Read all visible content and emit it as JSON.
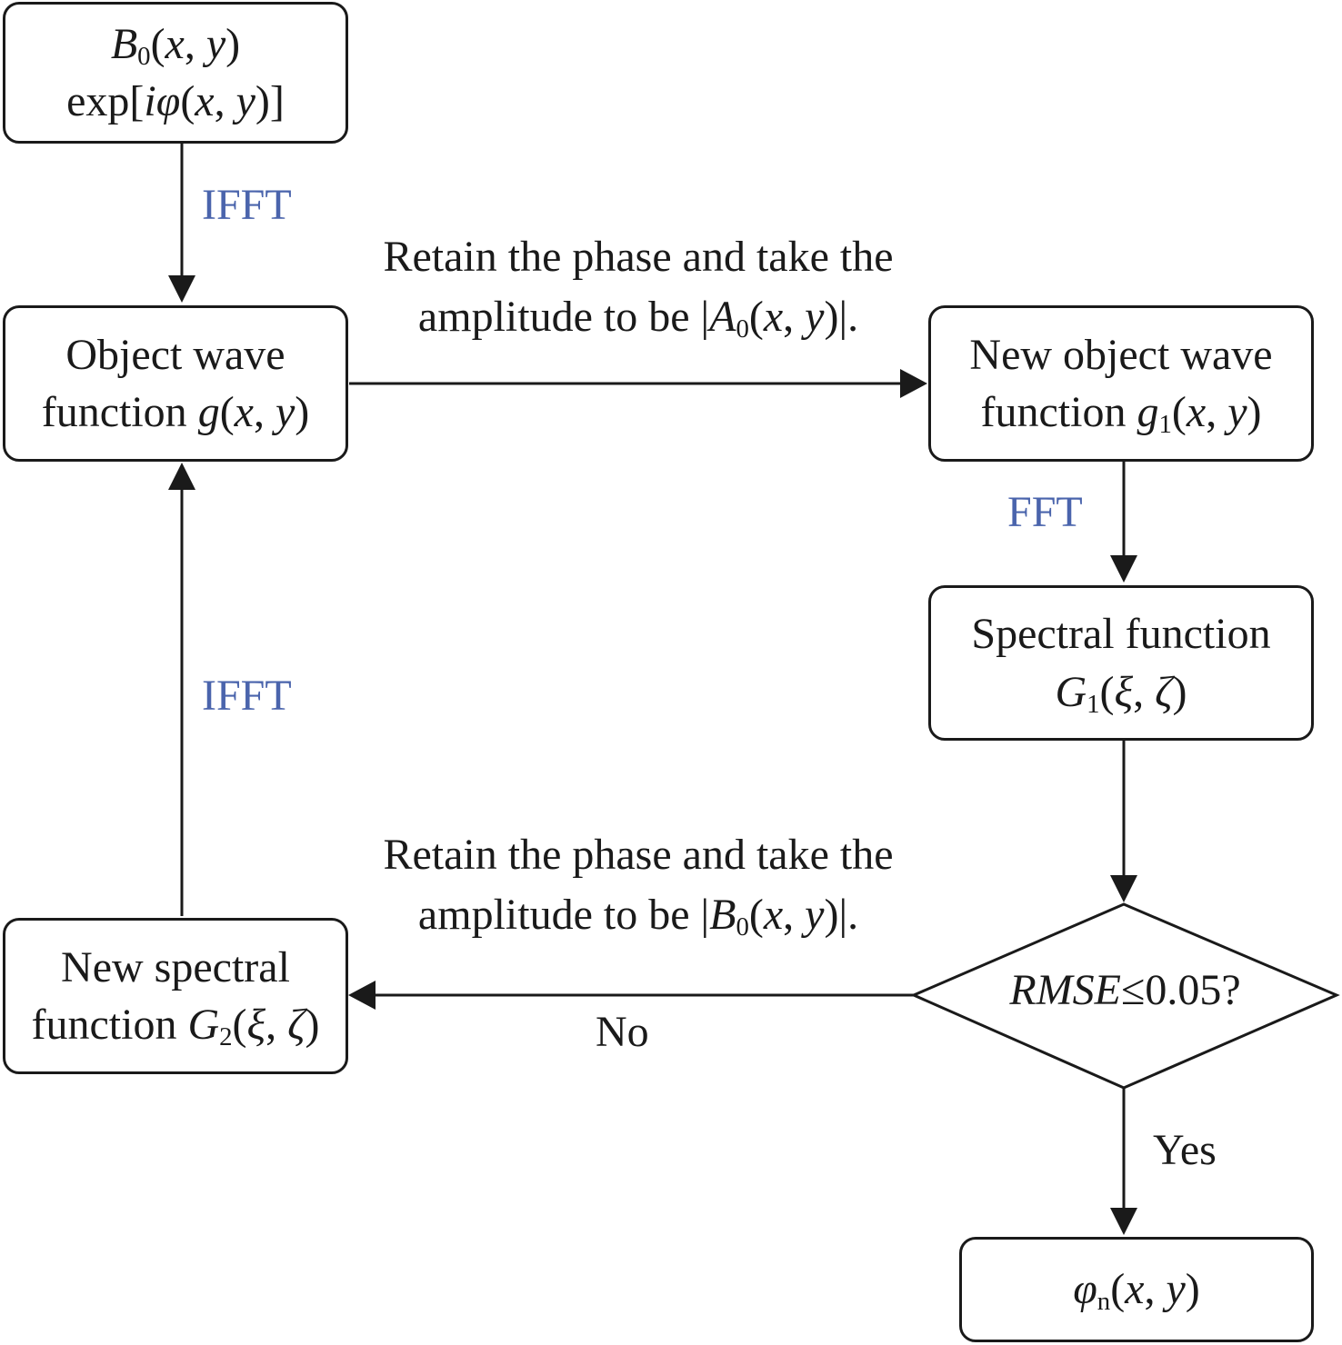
{
  "nodes": {
    "b0": {
      "line1": {
        "var": "B",
        "sub": "0",
        "rest": "(",
        "x": "x",
        "comma": ", ",
        "y": "y",
        "close": ")"
      },
      "line2": {
        "prefix": "exp[",
        "i": "i",
        "phi": "φ",
        "open": "(",
        "x": "x",
        "comma": ", ",
        "y": "y",
        "close": ")]"
      }
    },
    "object_wave": {
      "line1": "Object wave",
      "line2": {
        "prefix": "function ",
        "g": "g",
        "open": "(",
        "x": "x",
        "comma": ", ",
        "y": "y",
        "close": ")"
      }
    },
    "new_object_wave": {
      "line1": "New object wave",
      "line2": {
        "prefix": "function ",
        "g": "g",
        "sub": "1",
        "open": "(",
        "x": "x",
        "comma": ", ",
        "y": "y",
        "close": ")"
      }
    },
    "spectral": {
      "line1": "Spectral function",
      "line2": {
        "G": "G",
        "sub": "1",
        "open": "(",
        "xi": "ξ",
        "comma": ", ",
        "zeta": "ζ",
        "close": ")"
      }
    },
    "new_spectral": {
      "line1": "New spectral",
      "line2": {
        "prefix": "function ",
        "G": "G",
        "sub": "2",
        "open": "(",
        "xi": "ξ",
        "comma": ", ",
        "zeta": "ζ",
        "close": ")"
      }
    },
    "decision": {
      "var": "RMSE",
      "rest": "≤0.05?"
    },
    "result": {
      "phi": "φ",
      "sub": "n",
      "open": "(",
      "x": "x",
      "comma": ", ",
      "y": "y",
      "close": ")"
    }
  },
  "edge_labels": {
    "ifft_top": "IFFT",
    "ifft_left": "IFFT",
    "fft": "FFT",
    "retain_a": {
      "line1": "Retain the phase and take the",
      "line2_prefix": "amplitude to be |",
      "var": "A",
      "sub": "0",
      "open": "(",
      "x": "x",
      "comma": ", ",
      "y": "y",
      "close": ")|."
    },
    "retain_b": {
      "line1": "Retain the phase and take the",
      "line2_prefix": "amplitude to be |",
      "var": "B",
      "sub": "0",
      "open": "(",
      "x": "x",
      "comma": ", ",
      "y": "y",
      "close": ")|."
    },
    "no": "No",
    "yes": "Yes"
  },
  "colors": {
    "stroke": "#1a1a1a",
    "transform_label": "#4a64ac"
  }
}
